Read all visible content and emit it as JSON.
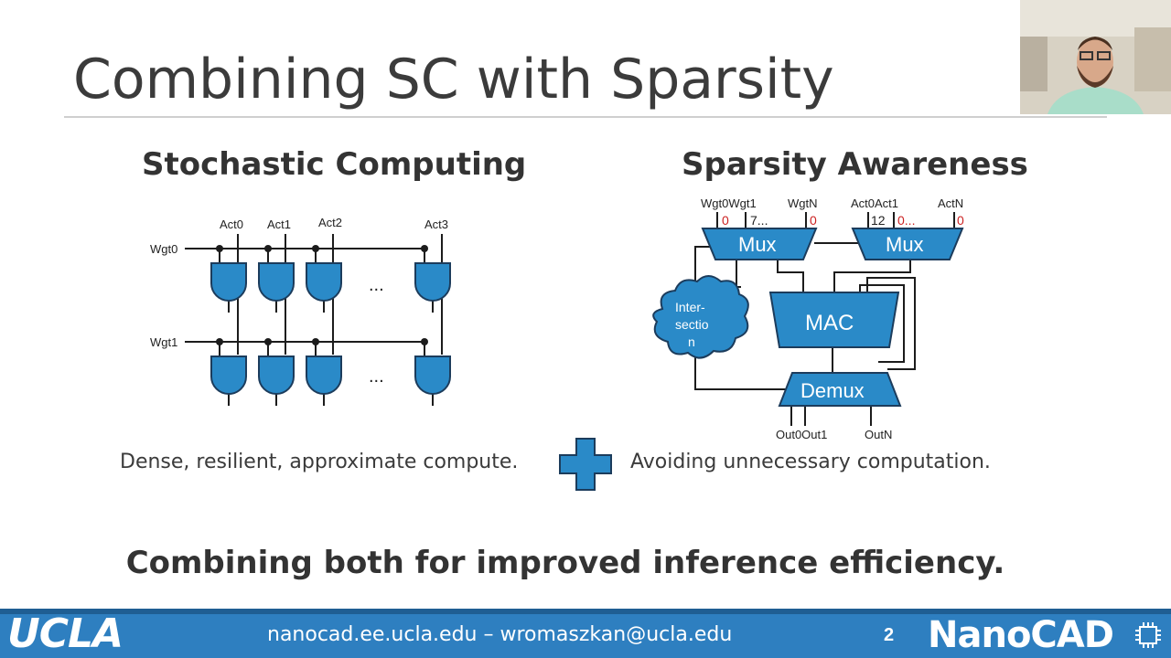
{
  "slide": {
    "title": "Combining SC with Sparsity",
    "left_heading": "Stochastic Computing",
    "right_heading": "Sparsity Awareness",
    "left_caption": "Dense, resilient, approximate compute.",
    "right_caption": "Avoiding unnecessary computation.",
    "conclusion": "Combining both for improved inference efficiency."
  },
  "sc_diagram": {
    "act_labels": [
      "Act0",
      "Act1",
      "Act2",
      "Act3"
    ],
    "wgt_labels": [
      "Wgt0",
      "Wgt1"
    ],
    "ellipsis": "..."
  },
  "sparsity_diagram": {
    "wgt_labels": [
      "Wgt0Wgt1",
      "WgtN"
    ],
    "act_labels": [
      "Act0Act1",
      "ActN"
    ],
    "wgt_values": [
      "0",
      "7...",
      "0"
    ],
    "act_values": [
      "12",
      "0...",
      "0"
    ],
    "mux_label": "Mux",
    "mac_label": "MAC",
    "demux_label": "Demux",
    "intersection_lines": [
      "Inter-",
      "sectio",
      "n"
    ],
    "out_labels": [
      "Out0Out1",
      "OutN"
    ]
  },
  "footer": {
    "logo": "UCLA",
    "contact": "nanocad.ee.ucla.edu – wromaszkan@ucla.edu",
    "page": "2",
    "lab_logo": "NanoCAD"
  },
  "colors": {
    "accent_blue": "#2a8ac8",
    "footer_blue": "#2e7fc0",
    "zero_red": "#cc2222",
    "text_dark": "#333333"
  },
  "icons": [
    "plus-icon",
    "and-gate-icon",
    "cloud-icon",
    "chip-icon"
  ]
}
